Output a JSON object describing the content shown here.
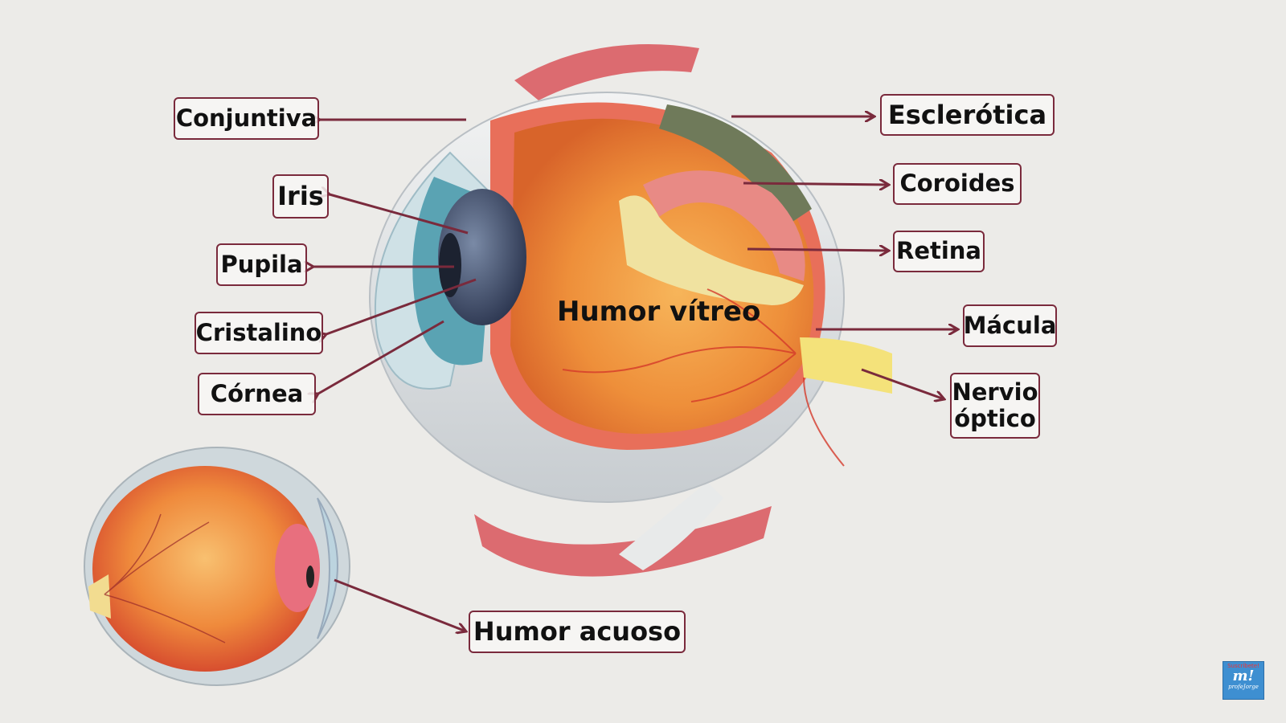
{
  "labels": {
    "conjuntiva": "Conjuntiva",
    "iris": "Iris",
    "pupila": "Pupila",
    "cristalino": "Cristalino",
    "cornea": "Córnea",
    "esclerotica": "Esclerótica",
    "coroides": "Coroides",
    "retina": "Retina",
    "macula": "Mácula",
    "nervio_line1": "Nervio",
    "nervio_line2": "óptico",
    "humor_vitreo": "Humor vítreo",
    "humor_acuoso": "Humor acuoso"
  },
  "badge": {
    "top_text": "Suscríbete!",
    "logo": "m!",
    "sub": "profeJorge"
  },
  "colors": {
    "arrow": "#7a2a3c",
    "background": "#ecebe8",
    "badge": "#3e8fd1"
  }
}
